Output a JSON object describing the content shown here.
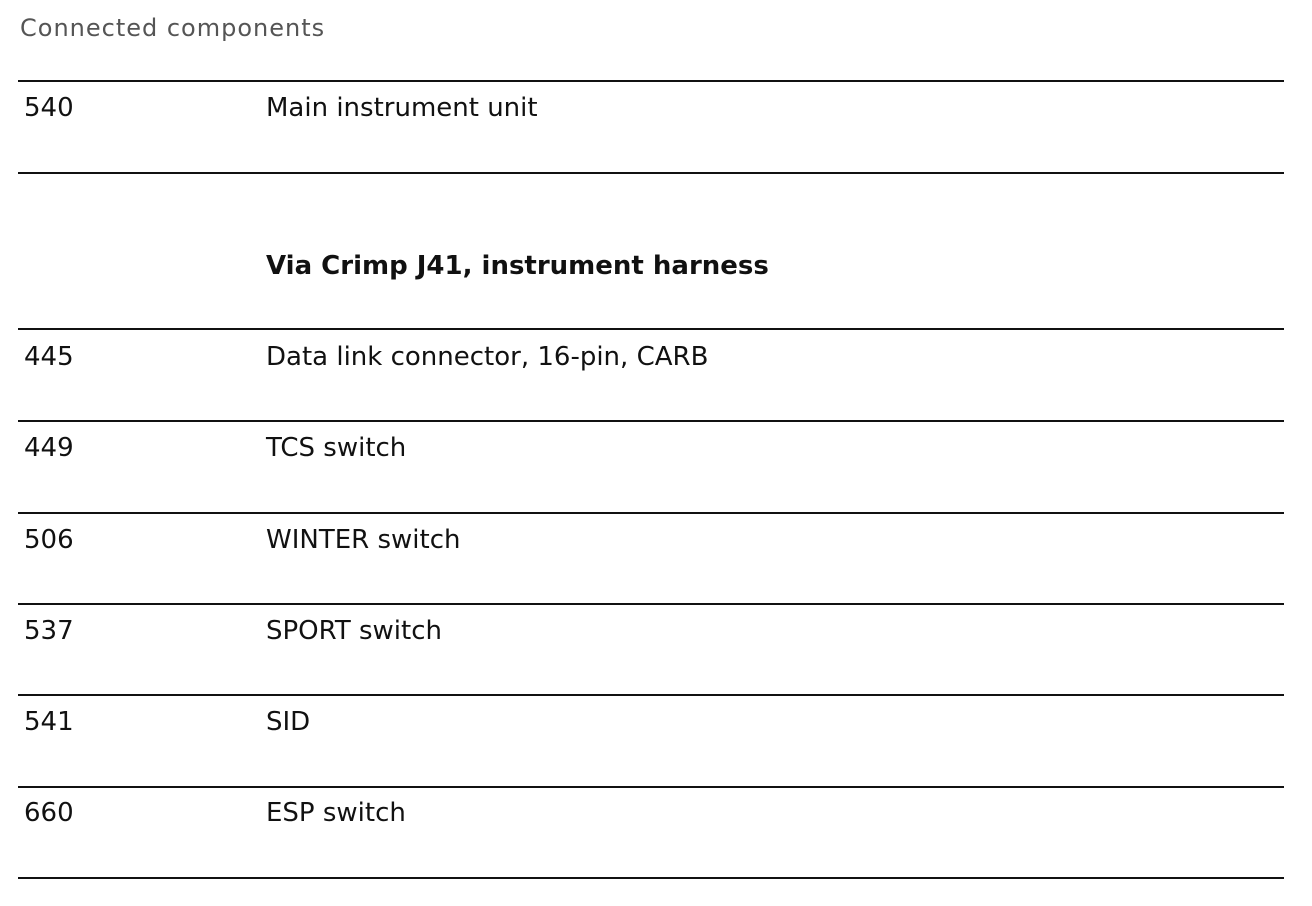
{
  "title": "Connected components",
  "rows_top": [
    {
      "code": "540",
      "description": "Main instrument unit"
    }
  ],
  "section_heading": "Via Crimp J41, instrument harness",
  "rows": [
    {
      "code": "445",
      "description": "Data link connector, 16-pin, CARB"
    },
    {
      "code": "449",
      "description": "TCS switch"
    },
    {
      "code": "506",
      "description": "WINTER switch"
    },
    {
      "code": "537",
      "description": "SPORT switch"
    },
    {
      "code": "541",
      "description": "SID"
    },
    {
      "code": "660",
      "description": "ESP switch"
    }
  ]
}
